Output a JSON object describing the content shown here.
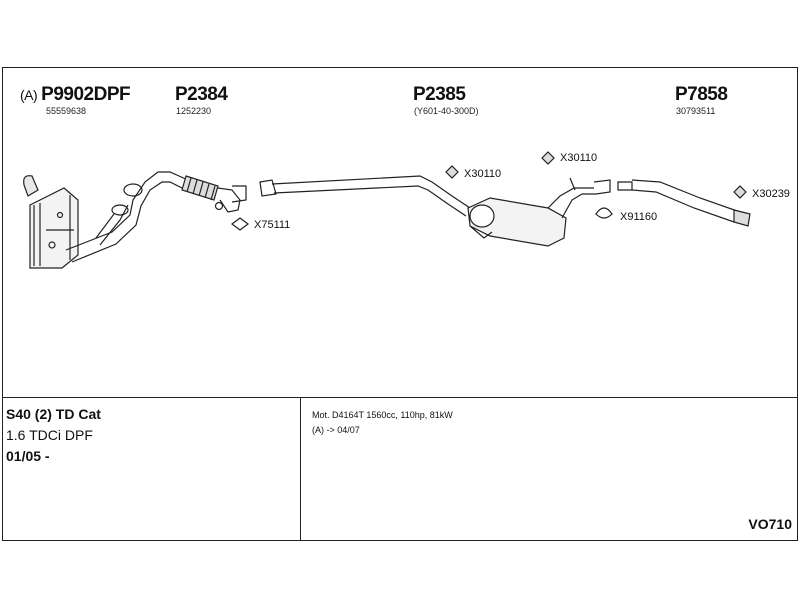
{
  "parts": [
    {
      "prefix": "(A)",
      "number": "P9902DPF",
      "ref": "55559638"
    },
    {
      "prefix": "",
      "number": "P2384",
      "ref": "1252230"
    },
    {
      "prefix": "",
      "number": "P2385",
      "ref": "(Y601-40-300D)"
    },
    {
      "prefix": "",
      "number": "P7858",
      "ref": "30793511"
    }
  ],
  "clips": [
    "X75111",
    "X30110",
    "X30110",
    "X91160",
    "X30239"
  ],
  "vehicle": {
    "model": "S40 (2) TD Cat",
    "engine": "1.6 TDCi DPF",
    "date": "01/05 -"
  },
  "notes": {
    "motor": "Mot. D4164T 1560cc, 110hp, 81kW",
    "range": "(A) -> 04/07"
  },
  "diagram_code": "VO710"
}
